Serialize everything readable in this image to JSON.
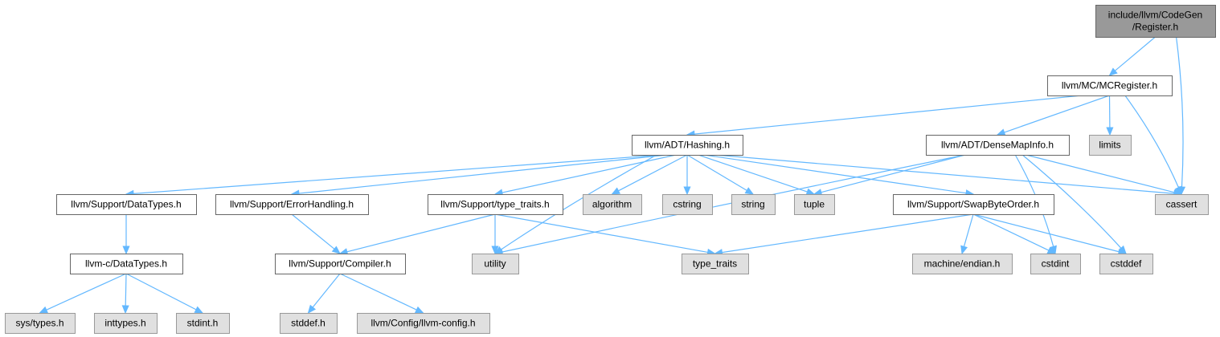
{
  "diagram": {
    "colors": {
      "root_fill": "#999999",
      "root_stroke": "#666666",
      "local_fill": "#ffffff",
      "local_stroke": "#666666",
      "external_fill": "#e0e0e0",
      "external_stroke": "#999999",
      "edge": "#63b8ff"
    },
    "nodes": [
      {
        "id": "register",
        "lines": [
          "include/llvm/CodeGen",
          "/Register.h"
        ],
        "kind": "root"
      },
      {
        "id": "mcregister",
        "lines": [
          "llvm/MC/MCRegister.h"
        ],
        "kind": "local"
      },
      {
        "id": "hashing",
        "lines": [
          "llvm/ADT/Hashing.h"
        ],
        "kind": "local"
      },
      {
        "id": "densemapinfo",
        "lines": [
          "llvm/ADT/DenseMapInfo.h"
        ],
        "kind": "local"
      },
      {
        "id": "limits",
        "lines": [
          "limits"
        ],
        "kind": "external"
      },
      {
        "id": "cassert",
        "lines": [
          "cassert"
        ],
        "kind": "external"
      },
      {
        "id": "datatypes",
        "lines": [
          "llvm/Support/DataTypes.h"
        ],
        "kind": "local"
      },
      {
        "id": "errorhandling",
        "lines": [
          "llvm/Support/ErrorHandling.h"
        ],
        "kind": "local"
      },
      {
        "id": "typetraitsh",
        "lines": [
          "llvm/Support/type_traits.h"
        ],
        "kind": "local"
      },
      {
        "id": "algorithm",
        "lines": [
          "algorithm"
        ],
        "kind": "external"
      },
      {
        "id": "cstring",
        "lines": [
          "cstring"
        ],
        "kind": "external"
      },
      {
        "id": "string",
        "lines": [
          "string"
        ],
        "kind": "external"
      },
      {
        "id": "tuple",
        "lines": [
          "tuple"
        ],
        "kind": "external"
      },
      {
        "id": "swapbyteorder",
        "lines": [
          "llvm/Support/SwapByteOrder.h"
        ],
        "kind": "local"
      },
      {
        "id": "cdatatypes",
        "lines": [
          "llvm-c/DataTypes.h"
        ],
        "kind": "local"
      },
      {
        "id": "compiler",
        "lines": [
          "llvm/Support/Compiler.h"
        ],
        "kind": "local"
      },
      {
        "id": "utility",
        "lines": [
          "utility"
        ],
        "kind": "external"
      },
      {
        "id": "type_traits",
        "lines": [
          "type_traits"
        ],
        "kind": "external"
      },
      {
        "id": "endian",
        "lines": [
          "machine/endian.h"
        ],
        "kind": "external"
      },
      {
        "id": "cstdint",
        "lines": [
          "cstdint"
        ],
        "kind": "external"
      },
      {
        "id": "cstddef",
        "lines": [
          "cstddef"
        ],
        "kind": "external"
      },
      {
        "id": "systypes",
        "lines": [
          "sys/types.h"
        ],
        "kind": "external"
      },
      {
        "id": "inttypes",
        "lines": [
          "inttypes.h"
        ],
        "kind": "external"
      },
      {
        "id": "stdint",
        "lines": [
          "stdint.h"
        ],
        "kind": "external"
      },
      {
        "id": "stddef",
        "lines": [
          "stddef.h"
        ],
        "kind": "external"
      },
      {
        "id": "llvmconfig",
        "lines": [
          "llvm/Config/llvm-config.h"
        ],
        "kind": "external"
      }
    ],
    "edges": [
      [
        "register",
        "mcregister"
      ],
      [
        "register",
        "cassert"
      ],
      [
        "mcregister",
        "hashing"
      ],
      [
        "mcregister",
        "densemapinfo"
      ],
      [
        "mcregister",
        "limits"
      ],
      [
        "mcregister",
        "cassert"
      ],
      [
        "hashing",
        "datatypes"
      ],
      [
        "hashing",
        "errorhandling"
      ],
      [
        "hashing",
        "typetraitsh"
      ],
      [
        "hashing",
        "algorithm"
      ],
      [
        "hashing",
        "cstring"
      ],
      [
        "hashing",
        "string"
      ],
      [
        "hashing",
        "tuple"
      ],
      [
        "hashing",
        "swapbyteorder"
      ],
      [
        "hashing",
        "cassert"
      ],
      [
        "hashing",
        "utility"
      ],
      [
        "densemapinfo",
        "tuple"
      ],
      [
        "densemapinfo",
        "cassert"
      ],
      [
        "densemapinfo",
        "utility"
      ],
      [
        "densemapinfo",
        "cstdint"
      ],
      [
        "densemapinfo",
        "cstddef"
      ],
      [
        "datatypes",
        "cdatatypes"
      ],
      [
        "errorhandling",
        "compiler"
      ],
      [
        "typetraitsh",
        "compiler"
      ],
      [
        "typetraitsh",
        "utility"
      ],
      [
        "typetraitsh",
        "type_traits"
      ],
      [
        "swapbyteorder",
        "type_traits"
      ],
      [
        "swapbyteorder",
        "endian"
      ],
      [
        "swapbyteorder",
        "cstdint"
      ],
      [
        "swapbyteorder",
        "cstddef"
      ],
      [
        "cdatatypes",
        "systypes"
      ],
      [
        "cdatatypes",
        "inttypes"
      ],
      [
        "cdatatypes",
        "stdint"
      ],
      [
        "compiler",
        "stddef"
      ],
      [
        "compiler",
        "llvmconfig"
      ]
    ]
  }
}
